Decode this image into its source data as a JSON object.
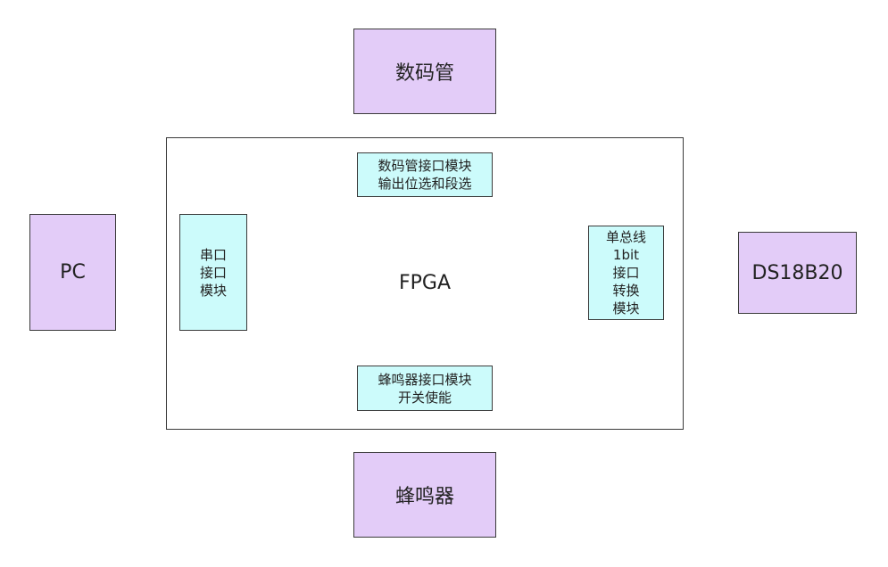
{
  "external": {
    "display": "数码管",
    "pc": "PC",
    "sensor": "DS18B20",
    "buzzer": "蜂鸣器"
  },
  "fpga": {
    "label": "FPGA",
    "modules": {
      "display_interface": "数码管接口模块\n输出位选和段选",
      "uart_interface": "串口\n接口\n模块",
      "onewire_interface": "单总线\n1bit\n接口\n转换\n模块",
      "buzzer_interface": "蜂鸣器接口模块\n开关使能"
    }
  },
  "colors": {
    "external_fill": "#e3ccf8",
    "module_fill": "#ccfbfb",
    "border": "#3a3a3a"
  }
}
